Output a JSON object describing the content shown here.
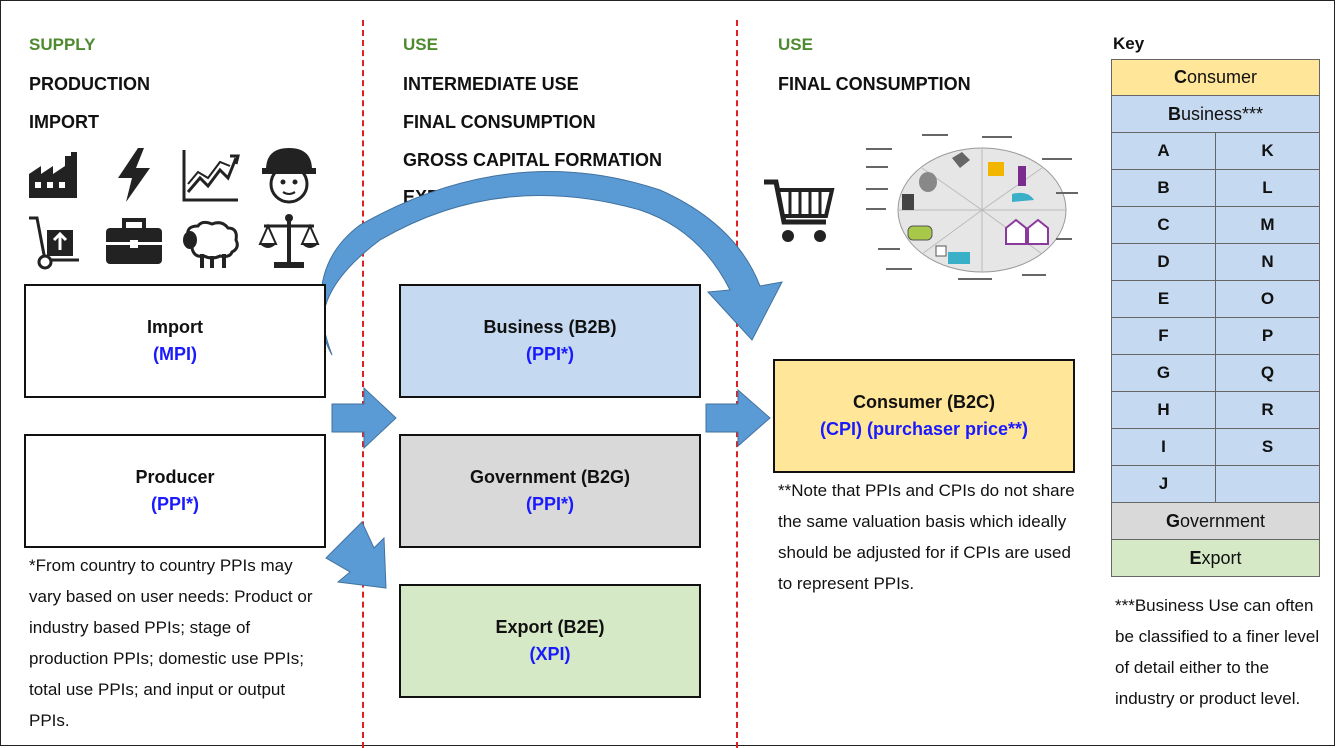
{
  "supply": {
    "label": "SUPPLY",
    "items": [
      "PRODUCTION",
      "IMPORT"
    ]
  },
  "use1": {
    "label": "USE",
    "items": [
      "INTERMEDIATE USE",
      "FINAL CONSUMPTION",
      "GROSS CAPITAL FORMATION",
      "EXPORT"
    ]
  },
  "use2": {
    "label": "USE",
    "items": [
      "FINAL CONSUMPTION"
    ]
  },
  "boxes": {
    "import": {
      "title": "Import",
      "sub": "(MPI)",
      "fill": "#ffffff"
    },
    "producer": {
      "title": "Producer",
      "sub": "(PPI*)",
      "fill": "#ffffff"
    },
    "business": {
      "title": "Business (B2B)",
      "sub": "(PPI*)",
      "fill": "#c5d9f0"
    },
    "government": {
      "title": "Government (B2G)",
      "sub": "(PPI*)",
      "fill": "#d9d9d9"
    },
    "export": {
      "title": "Export (B2E)",
      "sub": "(XPI)",
      "fill": "#d6e9c6"
    },
    "consumer": {
      "title": "Consumer (B2C)",
      "sub": "(CPI) (purchaser price**)",
      "fill": "#ffe699"
    }
  },
  "notes": {
    "ppi": "*From country to country PPIs may vary based on user needs: Product or industry based PPIs; stage of production PPIs; domestic use PPIs; total use PPIs; and input or output PPIs.",
    "cpi": "**Note that PPIs and CPIs do not share the same valuation basis which ideally should be adjusted for if CPIs are used to represent PPIs.",
    "business": "***Business Use can often be classified to a finer level of detail either to the industry or product level."
  },
  "key": {
    "title": "Key",
    "consumer": {
      "first": "C",
      "rest": "onsumer",
      "fill": "#ffe699"
    },
    "business": {
      "first": "B",
      "rest": "usiness***",
      "fill": "#c5d9f0"
    },
    "rows": [
      [
        "A",
        "K"
      ],
      [
        "B",
        "L"
      ],
      [
        "C",
        "M"
      ],
      [
        "D",
        "N"
      ],
      [
        "E",
        "O"
      ],
      [
        "F",
        "P"
      ],
      [
        "G",
        "Q"
      ],
      [
        "H",
        "R"
      ],
      [
        "I",
        "S"
      ],
      [
        "J",
        ""
      ]
    ],
    "government": {
      "first": "G",
      "rest": "overnment",
      "fill": "#d9d9d9"
    },
    "export": {
      "first": "E",
      "rest": "xport",
      "fill": "#d6e9c6"
    }
  },
  "icons": [
    "factory-icon",
    "lightning-icon",
    "line-chart-icon",
    "worker-helmet-icon",
    "hand-truck-icon",
    "briefcase-icon",
    "sheep-icon",
    "scales-icon",
    "shopping-cart-icon",
    "consumption-wheel-icon"
  ],
  "colors": {
    "arrow": "#5b9bd5",
    "divider": "#e02020",
    "heading_green": "#4e8a2f",
    "sub_blue": "#1a1aff"
  }
}
